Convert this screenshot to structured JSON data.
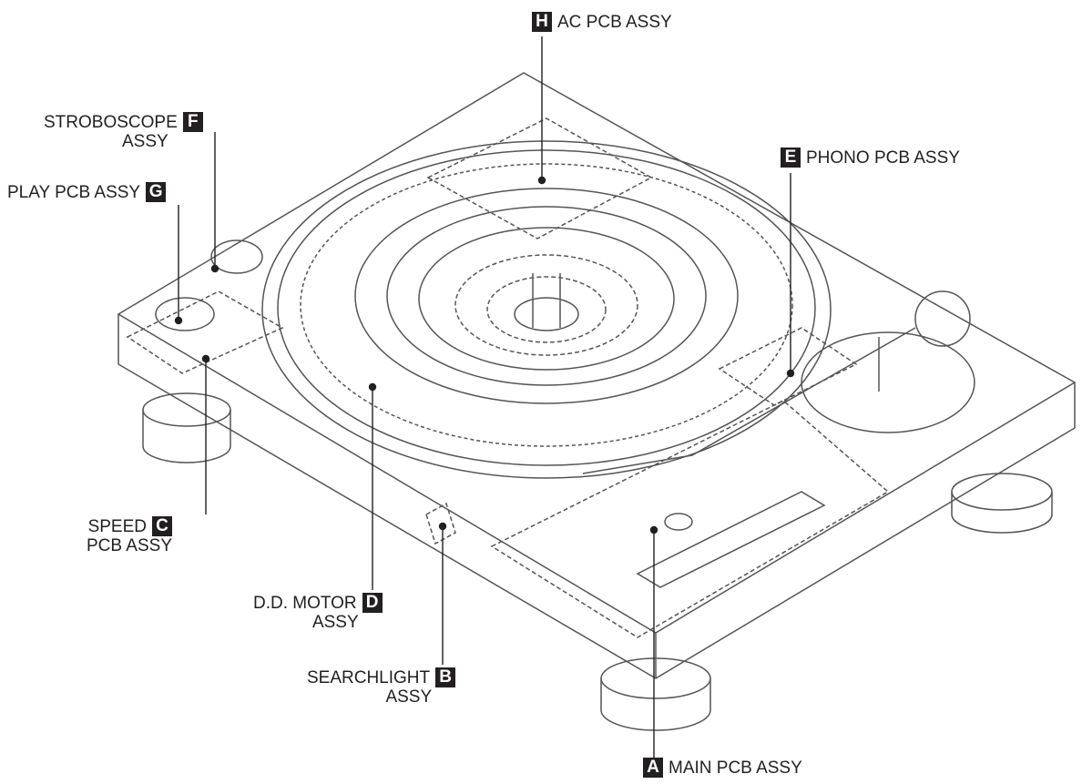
{
  "callouts": {
    "H": {
      "letter": "H",
      "text": "AC PCB ASSY"
    },
    "F": {
      "letter": "F",
      "line1": "STROBOSCOPE",
      "line2": "ASSY"
    },
    "G": {
      "letter": "G",
      "text": "PLAY PCB ASSY"
    },
    "E": {
      "letter": "E",
      "text": "PHONO PCB ASSY"
    },
    "C": {
      "letter": "C",
      "line1": "SPEED",
      "line2": "PCB ASSY"
    },
    "D": {
      "letter": "D",
      "line1": "D.D. MOTOR",
      "line2": "ASSY"
    },
    "B": {
      "letter": "B",
      "line1": "SEARCHLIGHT",
      "line2": "ASSY"
    },
    "A": {
      "letter": "A",
      "text": "MAIN PCB ASSY"
    }
  },
  "colors": {
    "ink": "#231f20",
    "background": "#ffffff"
  }
}
